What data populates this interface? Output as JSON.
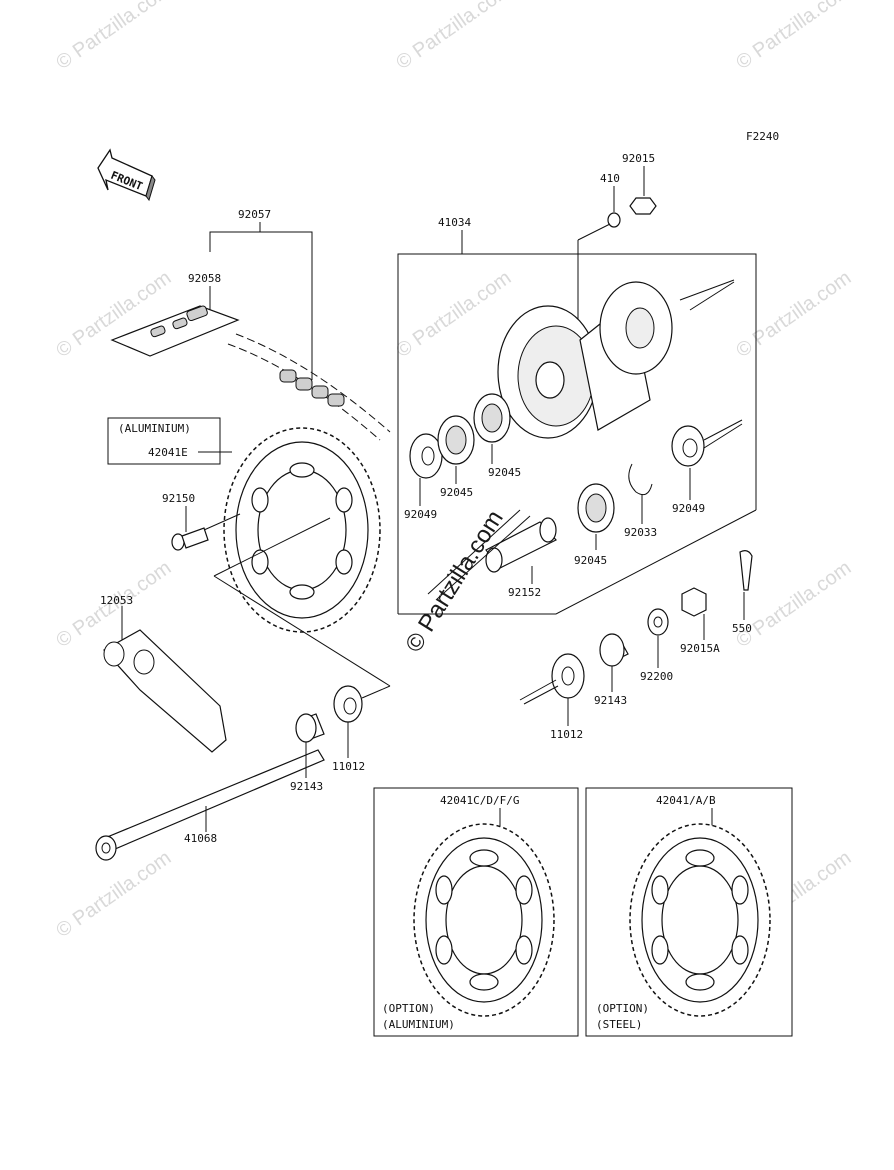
{
  "figure_code": "F2240",
  "watermark": "© Partzilla.com",
  "watermark_short": "© Partzilla.com",
  "center_watermark": "© Partzilla.com",
  "front_label": "FRONT",
  "parts": {
    "p92015": "92015",
    "p410": "410",
    "p41034": "41034",
    "p92057": "92057",
    "p92058": "92058",
    "aluminium_note": "(ALUMINIUM)",
    "p42041E": "42041E",
    "p92049_left": "92049",
    "p92045_a": "92045",
    "p92045_b": "92045",
    "p92045_c": "92045",
    "p92049_right": "92049",
    "p92033": "92033",
    "p92150": "92150",
    "p92152": "92152",
    "p550": "550",
    "p92015A": "92015A",
    "p12053": "12053",
    "p92200": "92200",
    "p92143_right": "92143",
    "p11012_right": "11012",
    "p11012_left": "11012",
    "p92143_left": "92143",
    "p41068": "41068"
  },
  "option_boxes": [
    {
      "part": "42041C/D/F/G",
      "line1": "(OPTION)",
      "line2": "(ALUMINIUM)"
    },
    {
      "part": "42041/A/B",
      "line1": "(OPTION)",
      "line2": "(STEEL)"
    }
  ]
}
